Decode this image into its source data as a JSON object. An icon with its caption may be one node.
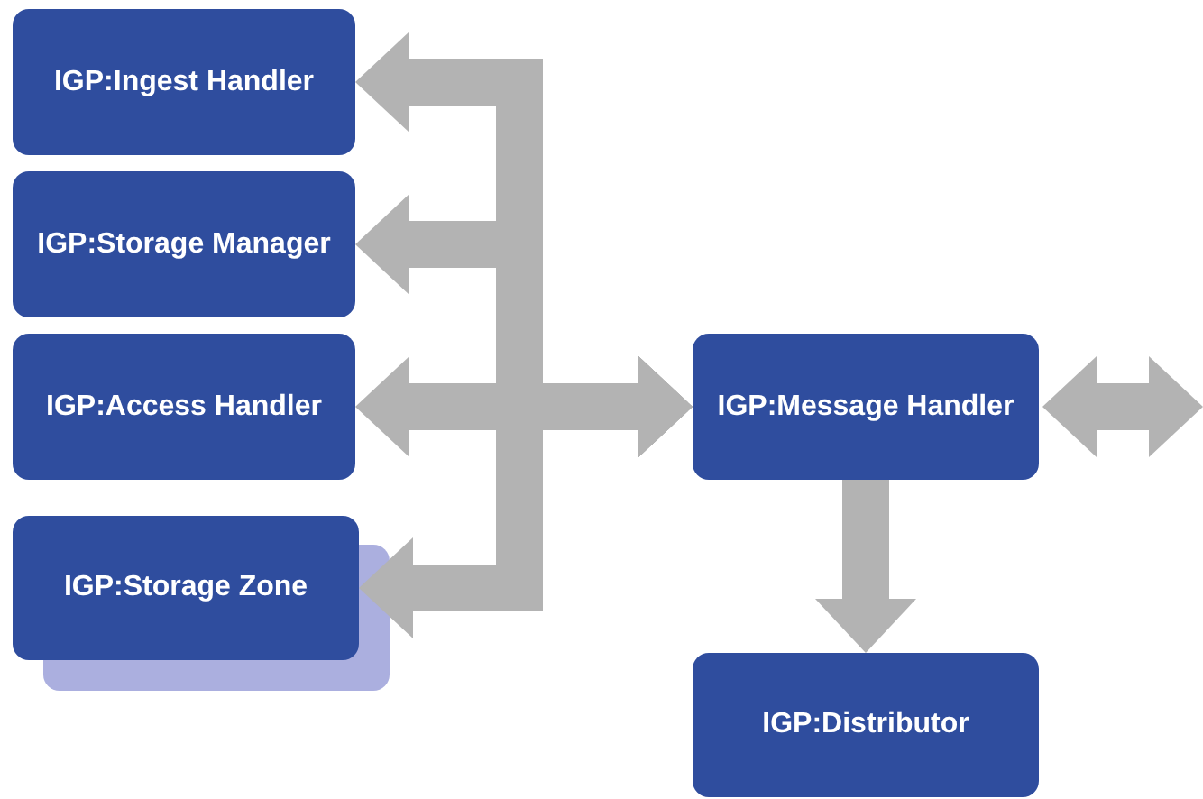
{
  "diagram": {
    "nodes": [
      {
        "text": [
          "IGP:Ingest Handler"
        ]
      },
      {
        "text": [
          "IGP:Storage Manager"
        ]
      },
      {
        "text": [
          "IGP:Access Handler"
        ]
      },
      {
        "text": [
          "IGP:Storage Zone"
        ]
      },
      {
        "text": [
          "IGP:Message Handler"
        ]
      },
      {
        "text": [
          "IGP:Distributor"
        ]
      }
    ],
    "edges": [
      {
        "from": 4,
        "to": 0,
        "arrow": "both"
      },
      {
        "from": 4,
        "to": 1,
        "arrow": "both"
      },
      {
        "from": 4,
        "to": 2,
        "arrow": "both"
      },
      {
        "from": 4,
        "to": 3,
        "arrow": "both"
      },
      {
        "from": 4,
        "to": null,
        "arrow": "both"
      },
      {
        "from": 4,
        "to": 5,
        "arrow": "to"
      }
    ]
  }
}
